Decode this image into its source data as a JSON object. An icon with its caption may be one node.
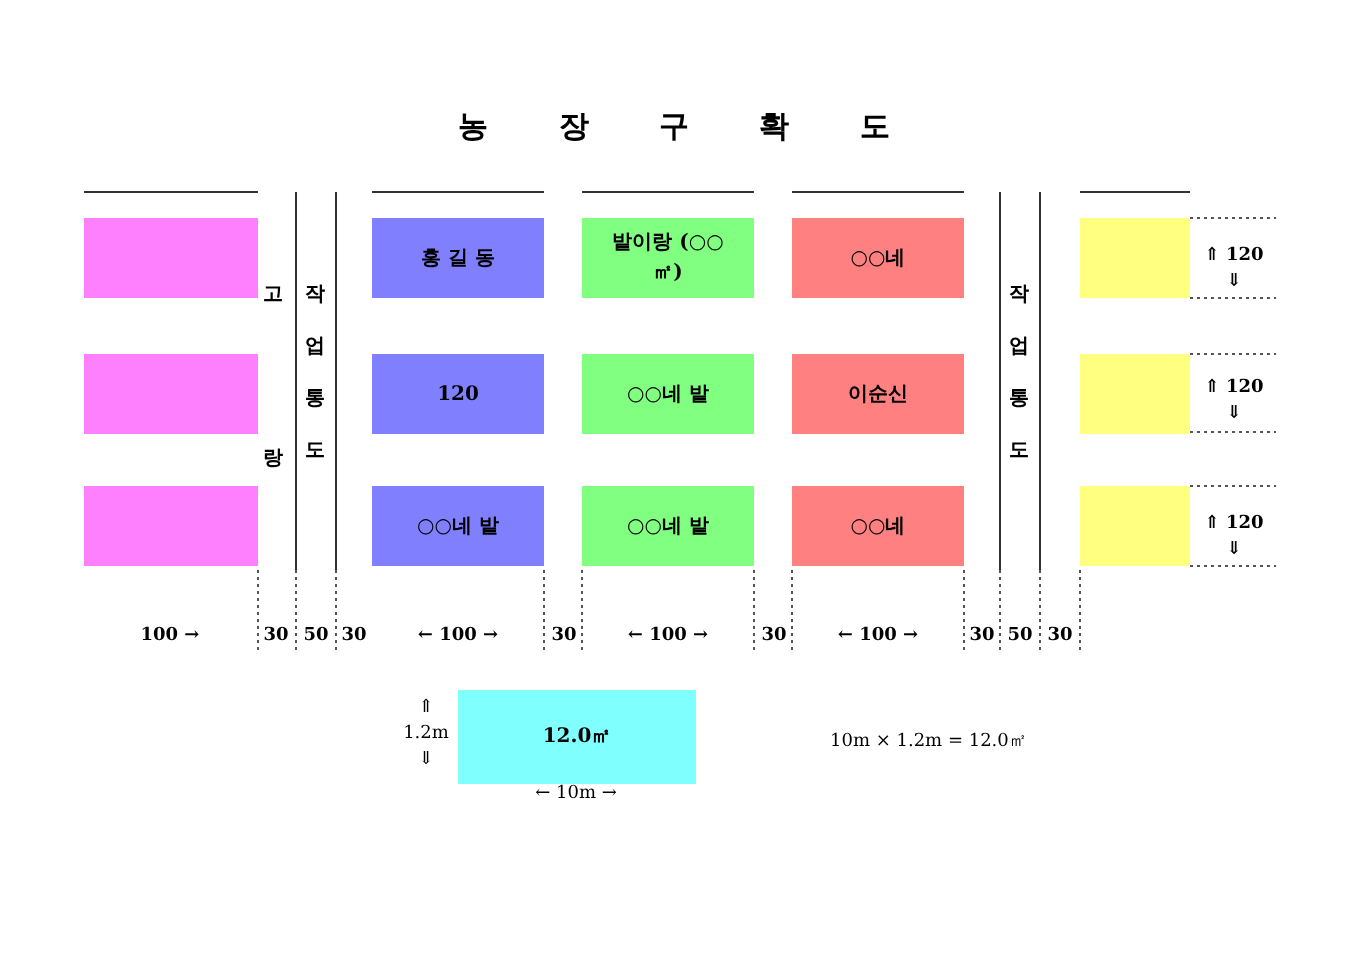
{
  "diagram": {
    "title": "농 장 구 확 도",
    "nodes": [
      {
        "text": [],
        "shape": "box"
      },
      {
        "text": [
          "홍 길 동"
        ]
      },
      {
        "text": [
          "밭이랑 (○○㎡)"
        ]
      },
      {
        "text": [
          "○○네"
        ]
      },
      {
        "text": [],
        "shape": "box"
      },
      {
        "text": [],
        "shape": "box"
      },
      {
        "text": [
          "120"
        ]
      },
      {
        "text": [
          "○○네 밭"
        ]
      },
      {
        "text": [
          "이순신"
        ]
      },
      {
        "text": [],
        "shape": "box"
      },
      {
        "text": [],
        "shape": "box"
      },
      {
        "text": [
          "○○네 밭"
        ]
      },
      {
        "text": [
          "○○네 밭"
        ]
      },
      {
        "text": [
          "○○네"
        ]
      },
      {
        "text": [],
        "shape": "box"
      },
      {
        "text": [
          "12.0㎡"
        ]
      }
    ],
    "edges": [],
    "labels": [
      "고랑",
      "작업통도",
      "작업통도",
      "⇑ 120 ⇓",
      "⇑ 120 ⇓",
      "⇑ 120 ⇓",
      "100 →",
      "30",
      "50",
      "30",
      "← 100 →",
      "30",
      "← 100 →",
      "30",
      "← 100 →",
      "30",
      "50",
      "30",
      "⇑ 1.2m ⇓",
      "10m × 1.2m = 12.0㎡",
      "← 10m →"
    ]
  }
}
